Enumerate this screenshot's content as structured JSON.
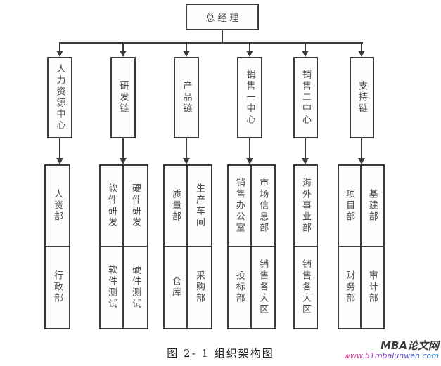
{
  "diagram": {
    "root": "总经理",
    "branches": [
      {
        "label": "人力资源中心",
        "top": [
          "人资部"
        ],
        "bottom": [
          "行政部"
        ]
      },
      {
        "label": "研发链",
        "top": [
          "软件研发",
          "硬件研发"
        ],
        "bottom": [
          "软件测试",
          "硬件测试"
        ]
      },
      {
        "label": "产品链",
        "top": [
          "质量部",
          "生产车间"
        ],
        "bottom": [
          "仓库",
          "采购部"
        ]
      },
      {
        "label": "销售一中心",
        "top": [
          "销售办公室",
          "市场信息部"
        ],
        "bottom": [
          "投标部",
          "销售各大区"
        ]
      },
      {
        "label": "销售二中心",
        "top": [
          "海外事业部"
        ],
        "bottom": [
          "销售各大区"
        ]
      },
      {
        "label": "支持链",
        "top": [
          "项目部",
          "基建部"
        ],
        "bottom": [
          "财务部",
          "审计部"
        ]
      }
    ]
  },
  "caption": "图 2- 1 组织架构图",
  "watermark": {
    "site_name": "MBA论文网",
    "site_url": "www.51mbalunwen.com"
  },
  "colors": {
    "line": "#3a3a3a",
    "text": "#4a4a4a",
    "background": "#ffffff",
    "watermark_gradient": [
      "#e8308a",
      "#7a3fd0",
      "#1f8fde"
    ]
  }
}
